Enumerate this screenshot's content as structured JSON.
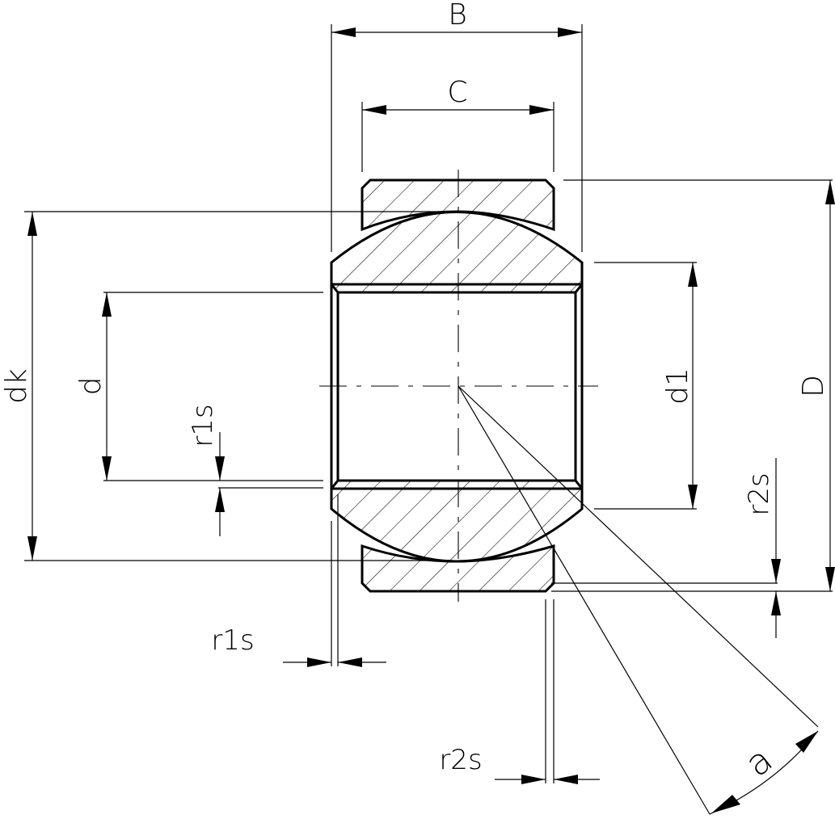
{
  "drawing": {
    "title": "",
    "labels": {
      "B": "B",
      "C": "C",
      "dk": "dk",
      "d": "d",
      "d1": "d1",
      "D": "D",
      "r1s_left": "r1s",
      "r1s_bottom": "r1s",
      "r2s_right": "r2s",
      "r2s_bottom": "r2s",
      "a": "a"
    }
  }
}
